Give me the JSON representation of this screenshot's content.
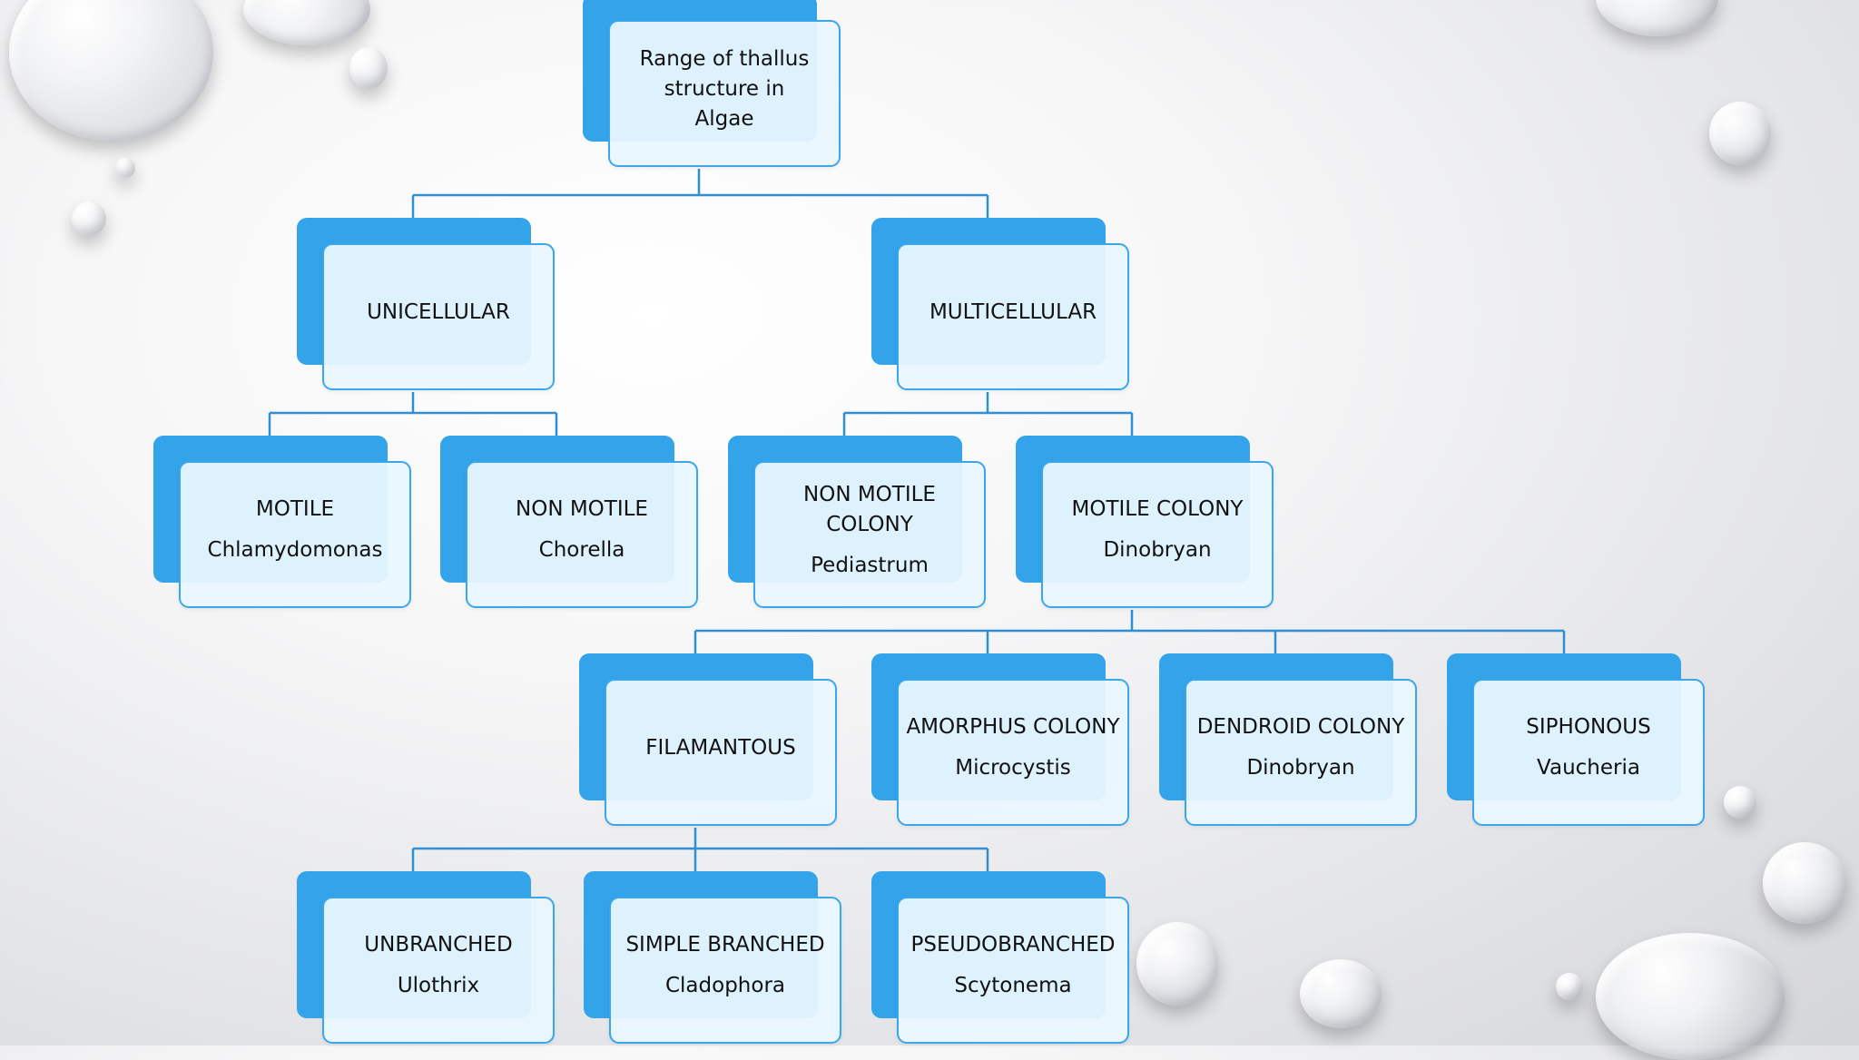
{
  "diagram": {
    "root": {
      "title": "Range of thallus structure in Algae"
    },
    "unicellular": {
      "title": "UNICELLULAR"
    },
    "multicellular": {
      "title": "MULTICELLULAR"
    },
    "motile": {
      "title": "MOTILE",
      "example": "Chlamydomonas"
    },
    "non_motile": {
      "title": "NON MOTILE",
      "example": "Chorella"
    },
    "non_motile_colony": {
      "title": "NON MOTILE COLONY",
      "example": "Pediastrum"
    },
    "motile_colony": {
      "title": "MOTILE COLONY",
      "example": "Dinobryan"
    },
    "filamentous": {
      "title": "FILAMANTOUS"
    },
    "amorphus_colony": {
      "title": "AMORPHUS COLONY",
      "example": "Microcystis"
    },
    "dendroid_colony": {
      "title": "DENDROID COLONY",
      "example": "Dinobryan"
    },
    "siphonous": {
      "title": "SIPHONOUS",
      "example": "Vaucheria"
    },
    "unbranched": {
      "title": "UNBRANCHED",
      "example": "Ulothrix"
    },
    "simple_branched": {
      "title": "SIMPLE BRANCHED",
      "example": "Cladophora"
    },
    "pseudobranched": {
      "title": "PSEUDOBRANCHED",
      "example": "Scytonema"
    }
  },
  "colors": {
    "accent": "#33a3ea",
    "box_fill": "#e9f6ff",
    "connector": "#2f8fd0"
  }
}
